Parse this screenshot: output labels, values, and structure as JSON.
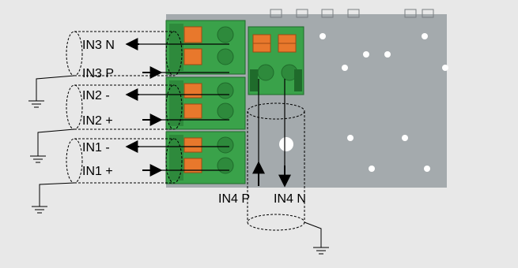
{
  "labels": {
    "in3n": "IN3 N",
    "in3p": "IN3 P",
    "in2m": "IN2 -",
    "in2p": "IN2 +",
    "in1m": "IN1 -",
    "in1p": "IN1 +",
    "in4p": "IN4 P",
    "in4n": "IN4 N"
  },
  "colors": {
    "background": "#e8e8e8",
    "board": "#a4aaad",
    "connector_green": "#3aa24a",
    "clip_orange": "#e8782c",
    "wire": "#000000"
  }
}
